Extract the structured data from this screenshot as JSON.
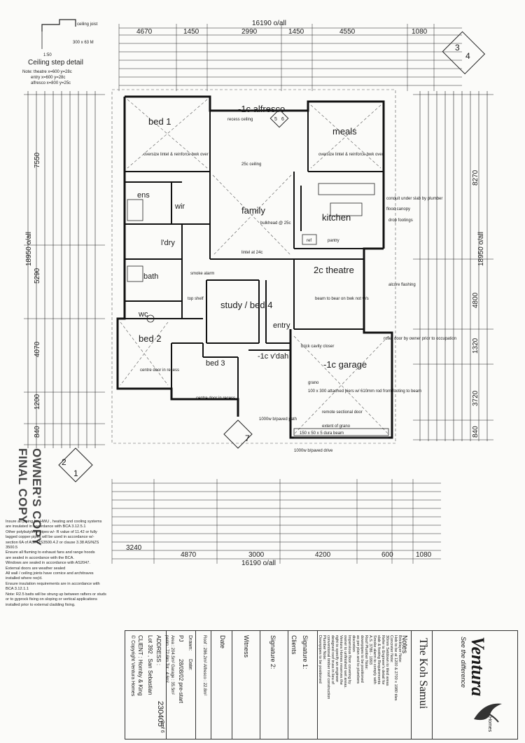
{
  "drawing": {
    "overall_width_top": "16190 o/all",
    "overall_width_bottom": "16190 o/all",
    "overall_depth": "18950 o/all",
    "top_dims": [
      "4670",
      "1450",
      "2990",
      "1450",
      "4550",
      "1080"
    ],
    "bottom_dims": [
      "3240",
      "4870",
      "3000",
      "4200",
      "600",
      "1080"
    ],
    "left_dims": [
      "7550",
      "5290",
      "4070",
      "1200",
      "840"
    ],
    "right_dims": [
      "8270",
      "4800",
      "1320",
      "3720",
      "840"
    ],
    "sheet_numbers": [
      "3",
      "4",
      "2",
      "1",
      "5",
      "6",
      "7"
    ]
  },
  "ceiling_detail": {
    "title": "Ceiling step detail",
    "labels": [
      "ceiling joist",
      "300 x 63 M",
      "1:50"
    ],
    "notes": [
      "Note: theatre  x=600  y=28c",
      "entry  x=600  y=28c",
      "alfresco  x=800  y=25c"
    ]
  },
  "rooms": {
    "bed1": "bed 1",
    "alfresco": "-1c alfresco",
    "meals": "meals",
    "family": "family",
    "kitchen": "kitchen",
    "ens": "ens",
    "wir": "wir",
    "ldry": "l'dry",
    "bath": "bath",
    "wc": "wc",
    "theatre": "2c theatre",
    "study": "study / bed 4",
    "entry": "entry",
    "bed2": "bed 2",
    "bed3": "bed 3",
    "vdah": "-1c v'dah",
    "garage": "-1c garage",
    "pantry": "pantry",
    "ref": "ref"
  },
  "annotations": {
    "recess_ceiling": "recess ceiling",
    "oversize_lintel": "oversize lintel & reinforce bwk over",
    "ceiling_25c": "25c ceiling",
    "smoke_alarm": "smoke alarm",
    "top_shelf": "top shelf",
    "centre_door": "centre door in recess",
    "conduit": "conduit under slab by plumber",
    "flood_canopy": "flood canopy",
    "drop_footings": "drop footings",
    "alcore_flashing": "alcore flashing",
    "roller_door": "roller door by owner prior to occupation",
    "remote_door": "remote sectional door",
    "extent_grano": "extent of grano",
    "grano": "grano",
    "dura_beam": "150 x 50 x 5 dura beam",
    "bipaved_drive": "1000w b/paved drive",
    "bipaved_path": "1000w b/paved path",
    "beam_bwk": "beam to bear on bwk not w/s",
    "bulkhead": "bulkhead @ 25c",
    "lintel": "lintel at 24c",
    "piers": "100 x 300 attached piers w/ 610mm rod from footing to beam",
    "brick_cavity": "brick cavity closer"
  },
  "stamp": {
    "line1": "OWNER'S COPY",
    "line2": "FINAL COPY"
  },
  "notes": [
    "Insure all piping for HWU , heating and cooling systems",
    "are insulated in accordance with BCA 3.12.5.1",
    "Other polybutylene pipes w/- R value of 11.42 or fully",
    "lagged copper pipes will be used in accordance w/-",
    "section 6A of AS/NZS3500.4.2 or clause 3.38 AS/NZS",
    "3500.5",
    "Ensure all fluming to exhaust fans and range hoods",
    "are sealed in accordance with the BCA.",
    "Windows are sealed in accordance with AS2047.",
    "External doors are weather sealed",
    "All wall / ceiling joints have cornice and architraves",
    "installed where req'd.",
    "Ensure insulation requirements are in accordance with",
    "BCA 3.12.1.1",
    "Note: R2.5 batts will be strung up between rafters or studs",
    "or to gyprock fixing on sloping or vertical applications",
    "installed prior to external cladding fixing."
  ],
  "title_block": {
    "brand": "Ventura",
    "brand_sub": "Homes",
    "tagline": "See the difference",
    "house": "The Koh Samui",
    "copyright": "© Copyright Ventura Homes",
    "job_no": "230405",
    "sheet": "2 of 6",
    "drawn": "Drawn:",
    "date_label": "Date:",
    "date": "28/08/02 pre-start",
    "checked": "PJ",
    "client": "CLIENT : Hornby & King",
    "address": "ADDRESS :",
    "lot": "Lot 392 , San Sebastian",
    "signature1": "Signature 1:",
    "signature2": "Signature 2:",
    "witness": "Witness",
    "clients": "Clients",
    "date2": "Date",
    "area": "Area : 204.5m²  Garage : 35.5m²",
    "perim": "perim : 72.6lm  Tot : 4.6m²",
    "roof": "Roof : 286.2m²  Alfresco : 22.8m²",
    "notes_heading": "Notes",
    "notes_lines": [
      "Bricklayer Note:",
      "Hob to be at 1200 & 2700 x 1980 tiles",
      "Concreter Note:",
      "30mm Setdown to tiled areas",
      "Refer to Engineer's detail for",
      "slab & footing Requirements",
      "Smoke alarm to comply with",
      "A.S. 3786 - 1993",
      "Roof Plumber Note:",
      "downpipes to be positioned",
      "as per plan and to plumbers",
      "discretion",
      "Impervious floor covering by",
      "owner to unfinished wet areas.",
      "Ventura Homes reserves the",
      "right to specify an engineer",
      "designed roof truss in lieu of",
      "conventional timber roof construction",
      "Plumber Note:",
      "Downpipes to be positioned",
      "as per plan and to plumbers",
      "discretion."
    ]
  }
}
